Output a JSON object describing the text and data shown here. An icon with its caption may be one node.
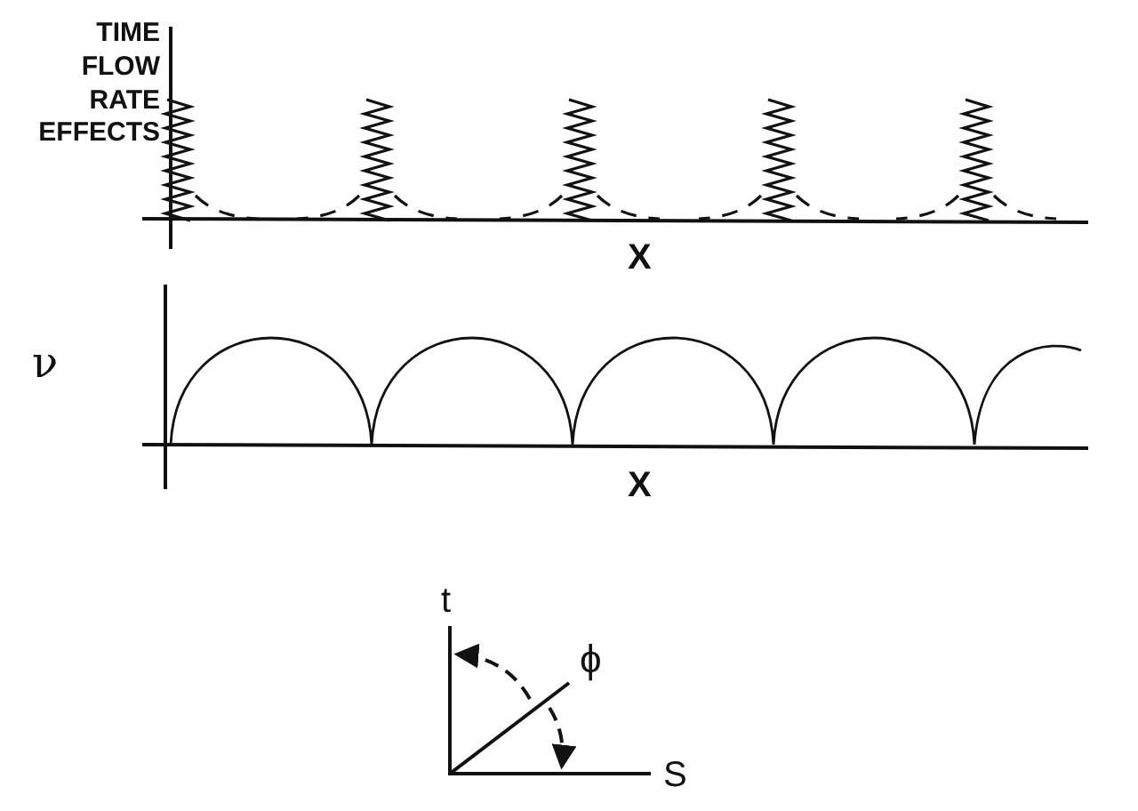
{
  "diagram": {
    "labels": [
      "TIME FLOW RATE EFFECTS",
      "X",
      "ν",
      "X",
      "t",
      "ϕ",
      "S"
    ]
  }
}
